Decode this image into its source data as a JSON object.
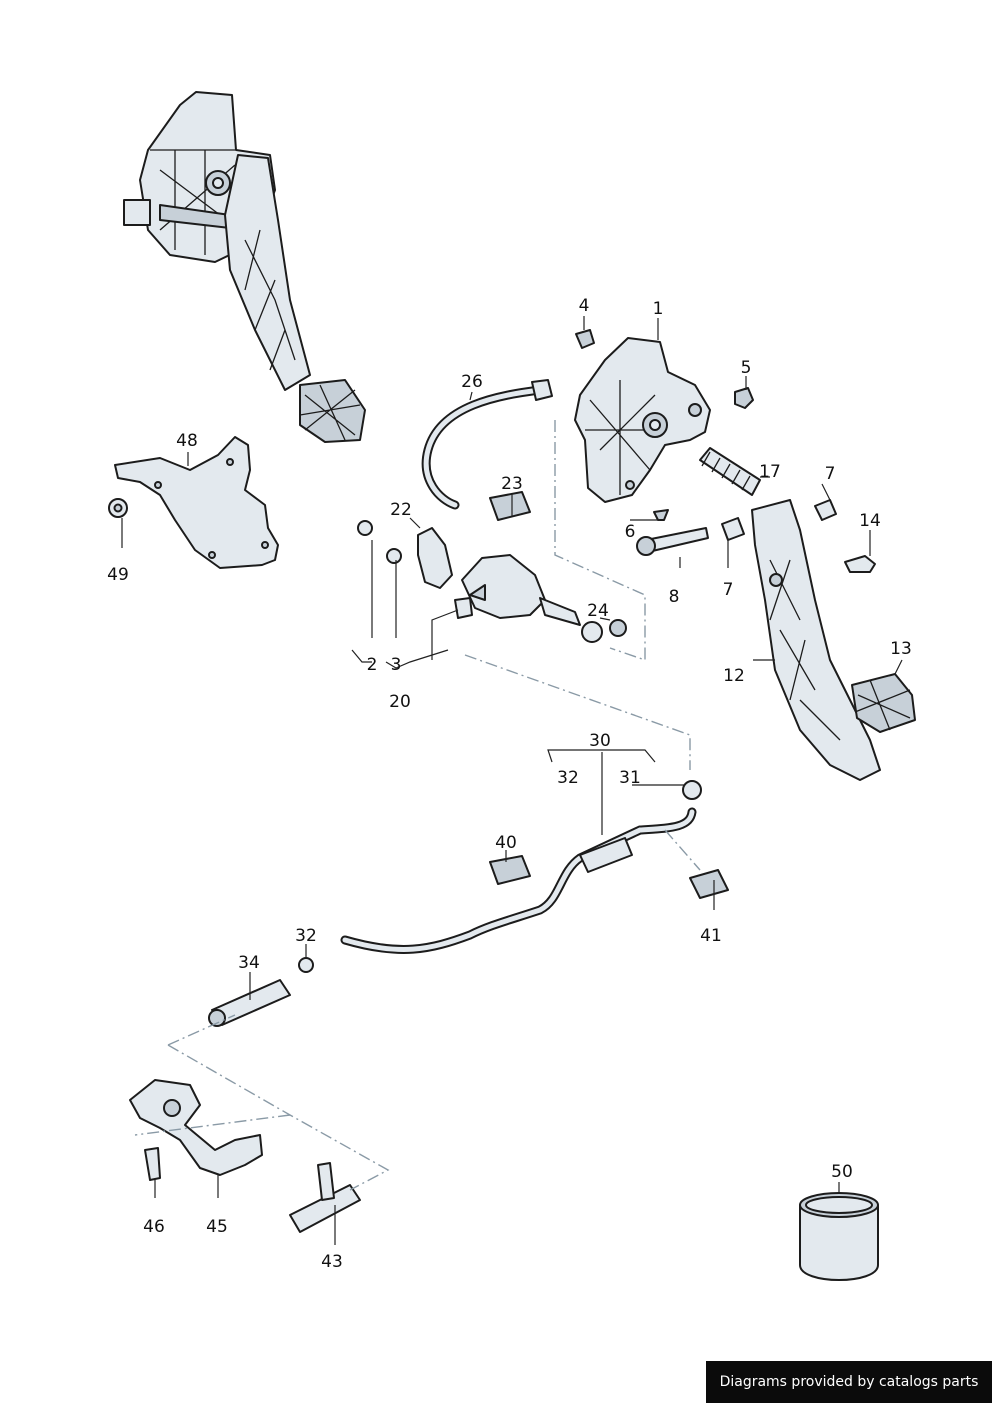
{
  "labels": {
    "p1": "1",
    "p2": "2",
    "p3": "3",
    "p4": "4",
    "p5": "5",
    "p6": "6",
    "p7a": "7",
    "p7b": "7",
    "p8": "8",
    "p12": "12",
    "p13": "13",
    "p14": "14",
    "p17": "17",
    "p20": "20",
    "p22": "22",
    "p23": "23",
    "p24": "24",
    "p26": "26",
    "p30": "30",
    "p31": "31",
    "p32a": "32",
    "p32b": "32",
    "p34": "34",
    "p40": "40",
    "p41": "41",
    "p43": "43",
    "p45": "45",
    "p46": "46",
    "p48": "48",
    "p49": "49",
    "p50": "50"
  },
  "footer": {
    "text": "Diagrams provided by catalogs parts"
  }
}
